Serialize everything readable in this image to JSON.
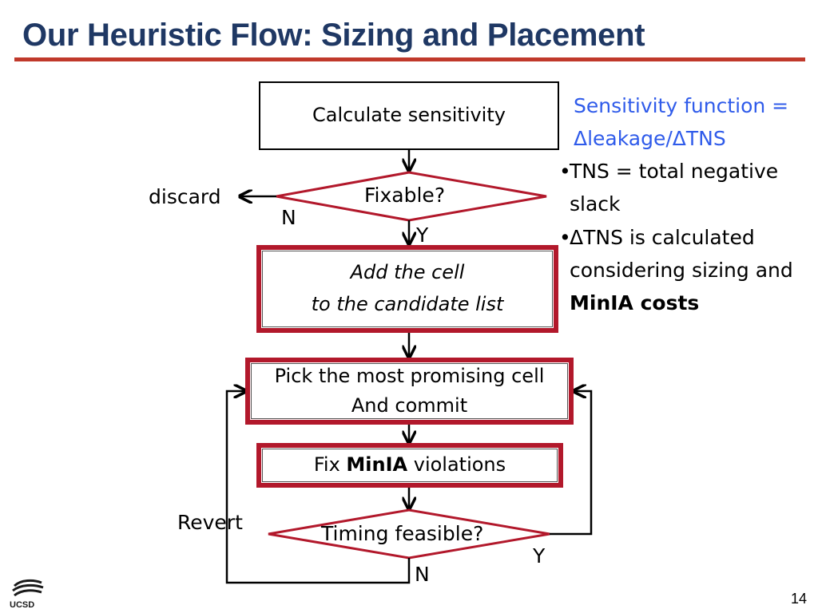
{
  "slide": {
    "title": "Our Heuristic Flow: Sizing and Placement",
    "page_number": "14",
    "logo_text": "UCSD"
  },
  "flow": {
    "calc_box": "Calculate sensitivity",
    "fixable_decision": "Fixable?",
    "discard_label": "discard",
    "fixable_no": "N",
    "fixable_yes": "Y",
    "add_line1": "Add the cell",
    "add_line2": "to the candidate list",
    "pick_line1": "Pick the most promising cell",
    "pick_line2": "And commit",
    "fix_prefix": "Fix ",
    "fix_bold": "MinIA",
    "fix_suffix": " violations",
    "timing_decision": "Timing feasible?",
    "revert_label": "Revert",
    "timing_yes": "Y",
    "timing_no": "N"
  },
  "notes": {
    "sensitivity_line1": "Sensitivity function =",
    "sensitivity_line2": "Δleakage/ΔTNS",
    "bullet1_line1": "TNS = total negative",
    "bullet1_line2": "slack",
    "bullet2_line1": "ΔTNS is calculated",
    "bullet2_line2": "considering sizing and",
    "bullet2_line3_bold": "MinIA costs",
    "bullet_char": "•"
  },
  "colors": {
    "title": "#1f3864",
    "accent_red": "#b2182b",
    "note_blue": "#2f5bea"
  }
}
